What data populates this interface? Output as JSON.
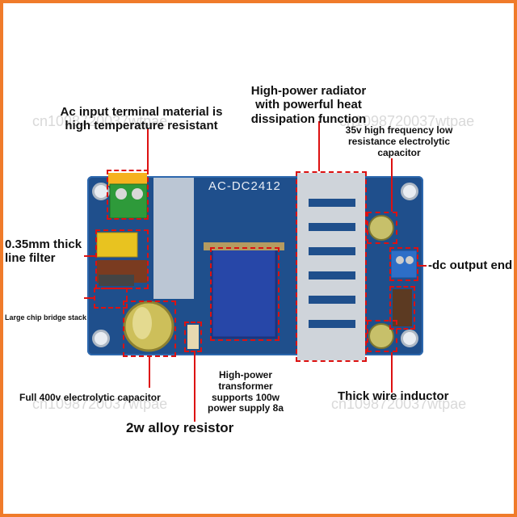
{
  "colors": {
    "frame": "#f07b2a",
    "pcb": "#1f4f8c",
    "annotation": "#dd1111",
    "transformer": "#2747a8",
    "heatsink": "#cfd4da"
  },
  "labels": {
    "radiator": "High-power radiator with powerful heat dissipation function",
    "ac_input": "Ac input terminal material is high temperature resistant",
    "capacitor_35v": "35v high frequency low resistance electrolytic capacitor",
    "line_filter": "0.35mm thick line filter",
    "dc_output": "-dc output end",
    "bridge": "Large chip bridge stack",
    "capacitor_400v": "Full 400v electrolytic capacitor",
    "transformer": "High-power transformer supports 100w power supply 8a",
    "inductor": "Thick wire inductor",
    "resistor": "2w alloy resistor"
  },
  "board": {
    "model": "AC-DC2412"
  },
  "watermark": {
    "text": "cn1098720037wtpae"
  }
}
